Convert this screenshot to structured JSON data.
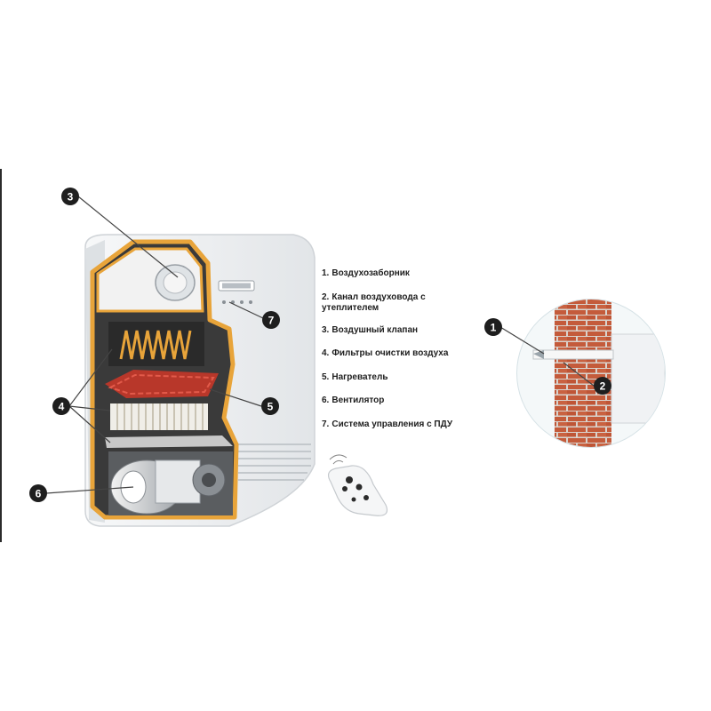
{
  "legend": {
    "items": [
      {
        "num": "1.",
        "label": "Воздухозаборник"
      },
      {
        "num": "2.",
        "label": "Канал воздуховода с утеплителем"
      },
      {
        "num": "3.",
        "label": "Воздушный клапан"
      },
      {
        "num": "4.",
        "label": "Фильтры очистки воздуха"
      },
      {
        "num": "5.",
        "label": "Нагреватель"
      },
      {
        "num": "6.",
        "label": "Вентилятор"
      },
      {
        "num": "7.",
        "label": "Система управления  с ПДУ"
      }
    ]
  },
  "callouts": {
    "c1": "1",
    "c2": "2",
    "c3": "3",
    "c4": "4",
    "c5": "5",
    "c6": "6",
    "c7": "7"
  },
  "colors": {
    "device_body": "#eef0f2",
    "insulation": "#e8a43a",
    "heater": "#c0392b",
    "brick": "#c25a3a",
    "callout_bg": "#1e1e1e"
  }
}
